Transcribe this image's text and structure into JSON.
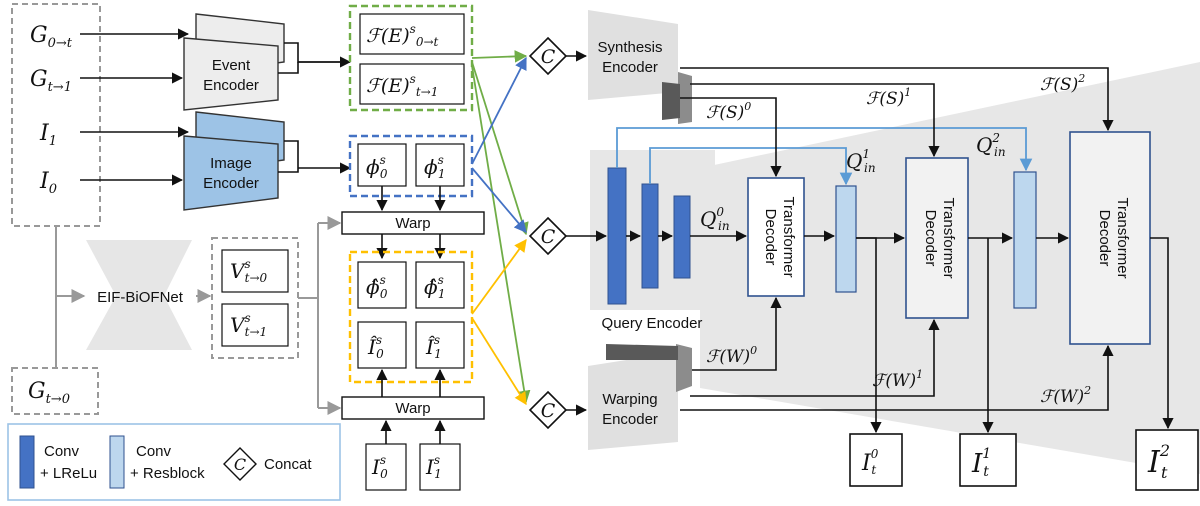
{
  "inputs": {
    "g0t": {
      "base": "G",
      "sub": "0→t"
    },
    "gt1": {
      "base": "G",
      "sub": "t→1"
    },
    "i1": {
      "base": "I",
      "sub": "1"
    },
    "i0": {
      "base": "I",
      "sub": "0"
    },
    "gt0": {
      "base": "G",
      "sub": "t→0"
    }
  },
  "encoders": {
    "event": [
      "Event",
      "Encoder"
    ],
    "image": [
      "Image",
      "Encoder"
    ],
    "synthesis": [
      "Synthesis",
      "Encoder"
    ],
    "warping": [
      "Warping",
      "Encoder"
    ],
    "query": "Query Encoder",
    "biof": "EIF-BiOFNet"
  },
  "features": {
    "fe0t": {
      "sup": "s",
      "sub": "0→t"
    },
    "fet1": {
      "sup": "s",
      "sub": "t→1"
    },
    "phi0": {
      "base": "ϕ",
      "sup": "s",
      "sub": "0"
    },
    "phi1": {
      "base": "ϕ",
      "sup": "s",
      "sub": "1"
    },
    "phihat0": {
      "base": "ϕ̂",
      "sup": "s",
      "sub": "0"
    },
    "phihat1": {
      "base": "ϕ̂",
      "sup": "s",
      "sub": "1"
    },
    "ihat0": {
      "base": "Î",
      "sup": "s",
      "sub": "0"
    },
    "ihat1": {
      "base": "Î",
      "sup": "s",
      "sub": "1"
    },
    "vt0": {
      "base": "V",
      "sup": "s",
      "sub": "t→0"
    },
    "vt1": {
      "base": "V",
      "sup": "s",
      "sub": "t→1"
    },
    "is0": {
      "base": "I",
      "sup": "s",
      "sub": "0"
    },
    "is1": {
      "base": "I",
      "sup": "s",
      "sub": "1"
    }
  },
  "warp_label": "Warp",
  "concat_symbol": "C",
  "transformer": [
    "Transformer",
    "Decoder"
  ],
  "queries": {
    "q0": {
      "base": "Q",
      "sup": "0",
      "sub": "in"
    },
    "q1": {
      "base": "Q",
      "sup": "1",
      "sub": "in"
    },
    "q2": {
      "base": "Q",
      "sup": "2",
      "sub": "in"
    }
  },
  "flabels": {
    "s0": {
      "letter": "S",
      "sup": "0"
    },
    "s1": {
      "letter": "S",
      "sup": "1"
    },
    "s2": {
      "letter": "S",
      "sup": "2"
    },
    "w0": {
      "letter": "W",
      "sup": "0"
    },
    "w1": {
      "letter": "W",
      "sup": "1"
    },
    "w2": {
      "letter": "W",
      "sup": "2"
    }
  },
  "outputs": {
    "it0": {
      "base": "I",
      "sup": "0",
      "sub": "t"
    },
    "it1": {
      "base": "I",
      "sup": "1",
      "sub": "t"
    },
    "it2": {
      "base": "I",
      "sup": "2",
      "sub": "t"
    }
  },
  "legend": {
    "conv_lrelu": [
      "Conv",
      "+ LReLu"
    ],
    "conv_resblock": [
      "Conv",
      "+ Resblock"
    ],
    "concat": "Concat"
  },
  "colors": {
    "dark_blue": "#4472C4",
    "light_blue": "#BDD7EE",
    "encoder_blue": "#9DC3E6",
    "green": "#70AD47",
    "yellow": "#FFC000",
    "gray_bg": "#E6E6E6"
  }
}
